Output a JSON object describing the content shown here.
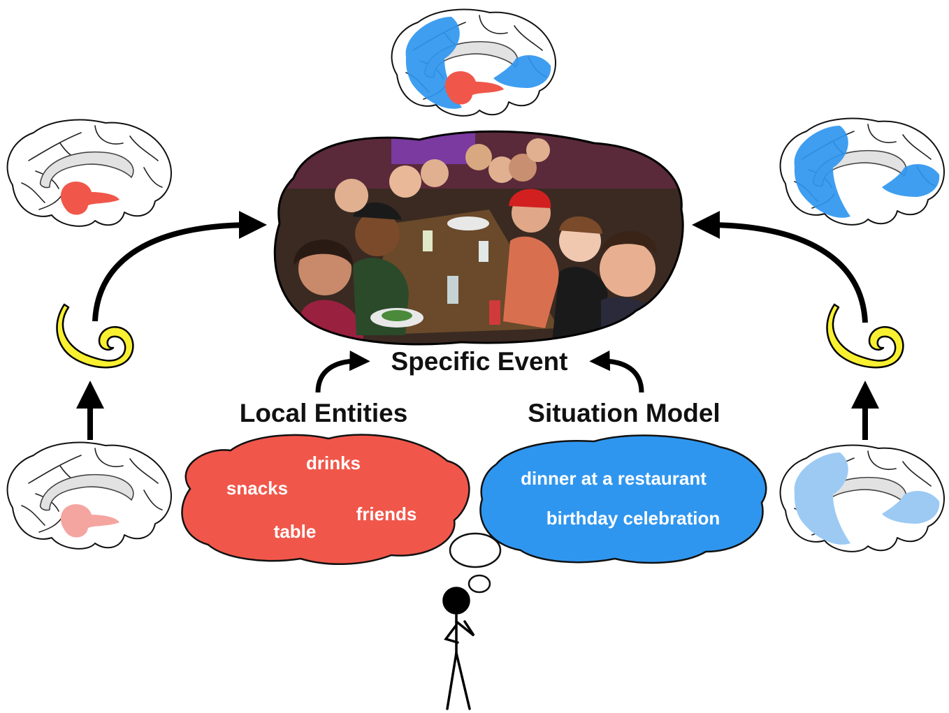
{
  "labels": {
    "center_title": "Specific Event",
    "left_heading": "Local Entities",
    "right_heading": "Situation Model"
  },
  "local_entities": [
    "drinks",
    "snacks",
    "friends",
    "table"
  ],
  "situation_model": [
    "dinner at a restaurant",
    "birthday celebration"
  ],
  "colors": {
    "local": "#f0574a",
    "local_faint": "#f5a5a0",
    "situation": "#2f96ef",
    "situation_faint": "#9ccaf3",
    "hippocampus": "#f8f031",
    "text": "#111111"
  },
  "icons": {
    "brains": [
      "brain-icon-both",
      "brain-icon-local",
      "brain-icon-situation",
      "brain-icon-local-faint",
      "brain-icon-situation-faint"
    ],
    "hippocampus": "hippocampus-icon",
    "person": "stick-figure-icon",
    "photo": "group-dinner-photo"
  }
}
